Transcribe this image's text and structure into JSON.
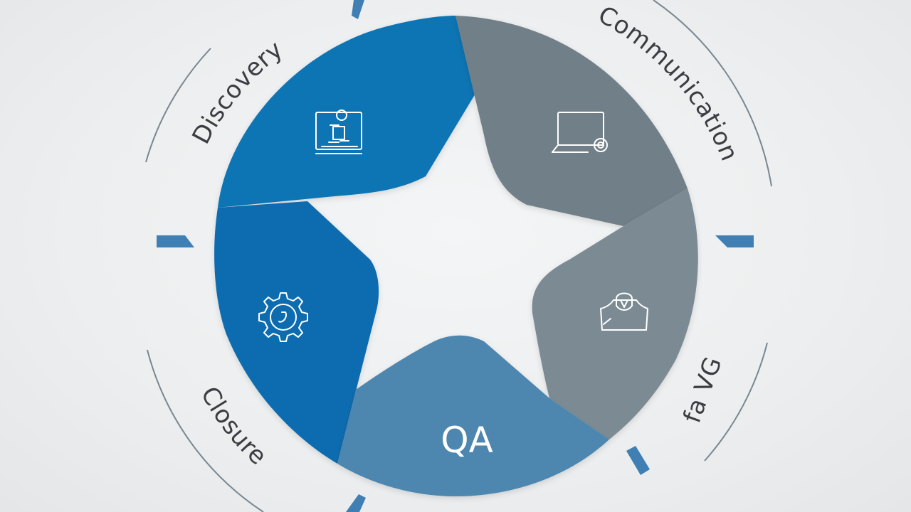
{
  "diagram": {
    "segments": [
      {
        "id": "discovery",
        "label": "Discovery",
        "icon": "presentation-board-icon",
        "color": "#0a74b4"
      },
      {
        "id": "communication",
        "label": "Communication",
        "icon": "laptop-icon",
        "color": "#718088"
      },
      {
        "id": "third",
        "label": "fa VG",
        "icon": "shield-box-icon",
        "color": "#7b8b93"
      },
      {
        "id": "qa",
        "label": "QA",
        "icon": "",
        "color": "#4e86af"
      },
      {
        "id": "closure",
        "label": "Closure",
        "icon": "gear-icon",
        "color": "#0a6cb0"
      }
    ],
    "accent_color": "#3f7fb3",
    "ring_color": "#7a8790"
  }
}
